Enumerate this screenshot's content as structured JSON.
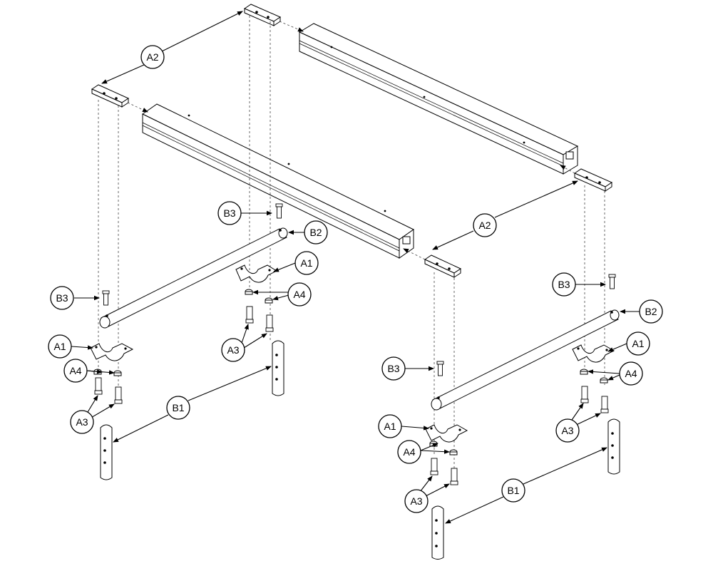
{
  "diagram": {
    "callouts": {
      "A1": "A1",
      "A2": "A2",
      "A3": "A3",
      "A4": "A4",
      "B1": "B1",
      "B2": "B2",
      "B3": "B3"
    }
  },
  "colors": {
    "line": "#000000",
    "background": "#ffffff"
  }
}
